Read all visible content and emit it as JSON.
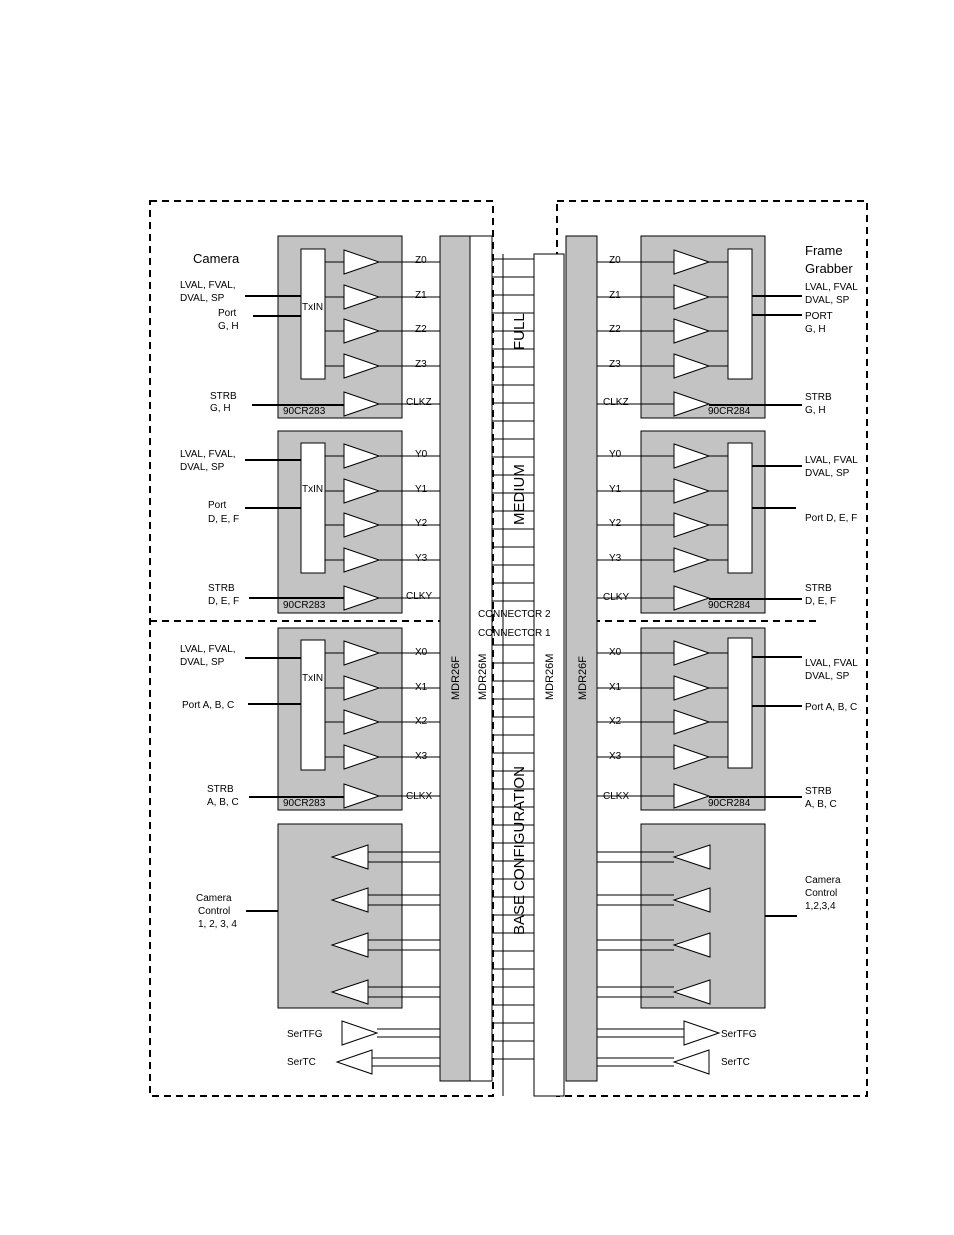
{
  "left": {
    "title": "Camera",
    "groups": [
      {
        "chip": "TxIN",
        "part": "90CR283",
        "signals": [
          "Z0",
          "Z1",
          "Z2",
          "Z3"
        ],
        "clock": "CLKZ",
        "inputs": [
          {
            "lines": [
              "LVAL, FVAL,",
              "DVAL, SP"
            ]
          },
          {
            "lines": [
              "Port",
              "G, H"
            ]
          }
        ],
        "strobe": [
          "STRB",
          "G, H"
        ]
      },
      {
        "chip": "TxIN",
        "part": "90CR283",
        "signals": [
          "Y0",
          "Y1",
          "Y2",
          "Y3"
        ],
        "clock": "CLKY",
        "inputs": [
          {
            "lines": [
              "LVAL, FVAL,",
              "DVAL, SP"
            ]
          },
          {
            "lines": [
              "Port",
              "D, E, F"
            ]
          }
        ],
        "strobe": [
          "STRB",
          "D, E, F"
        ]
      },
      {
        "chip": "TxIN",
        "part": "90CR283",
        "signals": [
          "X0",
          "X1",
          "X2",
          "X3"
        ],
        "clock": "CLKX",
        "inputs": [
          {
            "lines": [
              "LVAL, FVAL,",
              "DVAL, SP"
            ]
          },
          {
            "lines": [
              "Port A, B, C"
            ]
          }
        ],
        "strobe": [
          "STRB",
          "A, B, C"
        ]
      }
    ],
    "control": [
      "Camera",
      "Control",
      "1, 2, 3, 4"
    ],
    "serial": [
      "SerTFG",
      "SerTC"
    ]
  },
  "right": {
    "title": [
      "Frame",
      "Grabber"
    ],
    "groups": [
      {
        "part": "90CR284",
        "signals": [
          "Z0",
          "Z1",
          "Z2",
          "Z3"
        ],
        "clock": "CLKZ",
        "outputs": [
          {
            "lines": [
              "LVAL, FVAL",
              "DVAL, SP"
            ]
          },
          {
            "lines": [
              "PORT",
              "G, H"
            ]
          }
        ],
        "strobe": [
          "STRB",
          "G, H"
        ]
      },
      {
        "part": "90CR284",
        "signals": [
          "Y0",
          "Y1",
          "Y2",
          "Y3"
        ],
        "clock": "CLKY",
        "outputs": [
          {
            "lines": [
              "LVAL, FVAL",
              "DVAL, SP"
            ]
          },
          {
            "lines": [
              "Port D, E, F"
            ]
          }
        ],
        "strobe": [
          "STRB",
          "D, E, F"
        ]
      },
      {
        "part": "90CR284",
        "signals": [
          "X0",
          "X1",
          "X2",
          "X3"
        ],
        "clock": "CLKX",
        "outputs": [
          {
            "lines": [
              "LVAL, FVAL",
              "DVAL, SP"
            ]
          },
          {
            "lines": [
              "Port A, B, C"
            ]
          }
        ],
        "strobe": [
          "STRB",
          "A, B, C"
        ]
      }
    ],
    "control": [
      "Camera",
      "Control",
      "1,2,3,4"
    ],
    "serial": [
      "SerTFG",
      "SerTC"
    ]
  },
  "connectors": {
    "left_f": "MDR26F",
    "left_m": "MDR26M",
    "right_m": "MDR26M",
    "right_f": "MDR26F",
    "connector2": "CONNECTOR 2",
    "connector1": "CONNECTOR 1"
  },
  "sections": {
    "full": "FULL",
    "medium": "MEDIUM",
    "base": "BASE CONFIGURATION"
  }
}
